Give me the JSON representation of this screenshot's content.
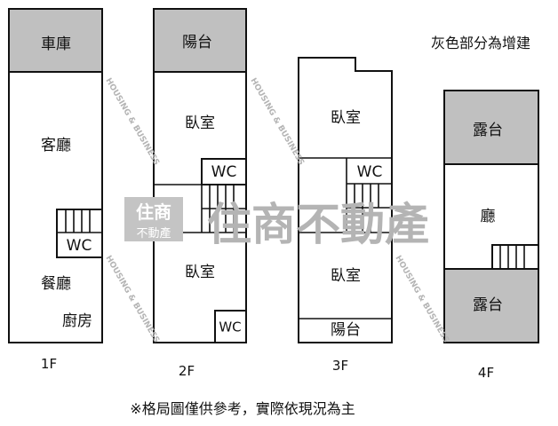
{
  "legend_note": "灰色部分為增建",
  "footer_note": "※格局圖僅供參考，實際依現況為主",
  "watermark": {
    "brand": "住商不動產",
    "logo_top": "住商",
    "logo_bottom": "不動產",
    "english": "HOUSING & BUSINESS"
  },
  "colors": {
    "addition_gray": "#c0c0c0",
    "wall": "#111111"
  },
  "floors": [
    {
      "label": "1F",
      "rooms": [
        "車庫",
        "客廳",
        "WC",
        "餐廳",
        "廚房"
      ]
    },
    {
      "label": "2F",
      "rooms": [
        "陽台",
        "臥室",
        "WC",
        "臥室",
        "WC"
      ]
    },
    {
      "label": "3F",
      "rooms": [
        "臥室",
        "WC",
        "臥室",
        "陽台"
      ]
    },
    {
      "label": "4F",
      "rooms": [
        "露台",
        "廳",
        "露台"
      ]
    }
  ]
}
